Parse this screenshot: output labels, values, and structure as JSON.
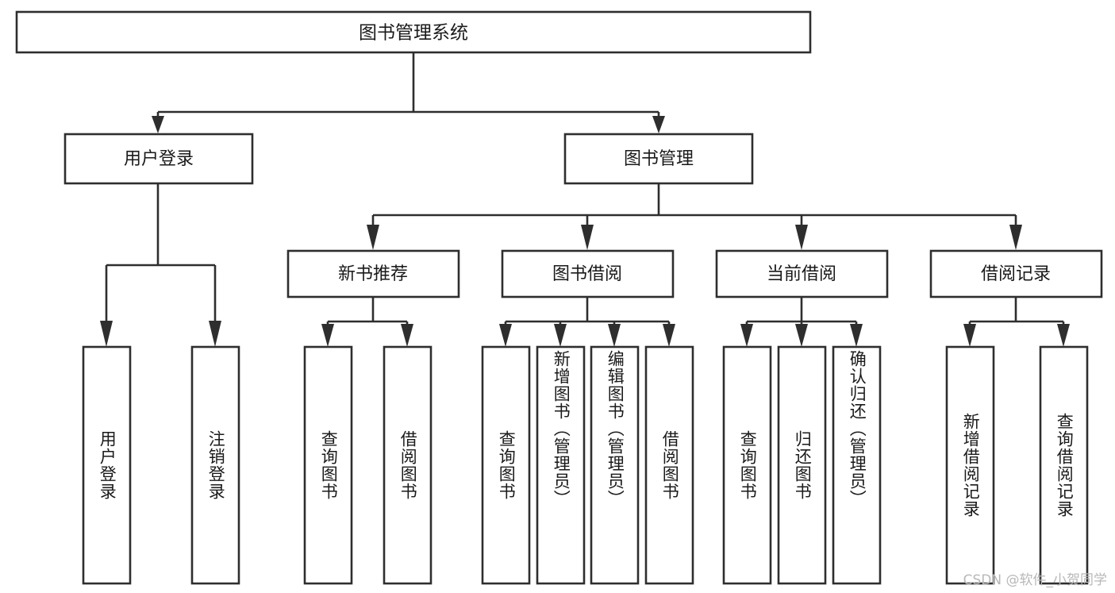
{
  "diagram": {
    "type": "hierarchy-tree",
    "title_node": {
      "label": "图书管理系统"
    },
    "level2": [
      {
        "id": "user-login",
        "label": "用户登录"
      },
      {
        "id": "book-management",
        "label": "图书管理"
      }
    ],
    "level3": [
      {
        "id": "new-book-recommend",
        "label": "新书推荐"
      },
      {
        "id": "book-borrow",
        "label": "图书借阅"
      },
      {
        "id": "current-borrow",
        "label": "当前借阅"
      },
      {
        "id": "borrow-record",
        "label": "借阅记录"
      }
    ],
    "leaves": {
      "user_login": [
        {
          "id": "leaf-user-login",
          "label": "用户登录"
        },
        {
          "id": "leaf-logout-login",
          "label": "注销登录"
        }
      ],
      "new_book_recommend": [
        {
          "id": "leaf-query-book-1",
          "label": "查询图书"
        },
        {
          "id": "leaf-borrow-book-1",
          "label": "借阅图书"
        }
      ],
      "book_borrow": [
        {
          "id": "leaf-query-book-2",
          "label": "查询图书"
        },
        {
          "id": "leaf-add-book",
          "label": "新增图书（管理员）"
        },
        {
          "id": "leaf-edit-book",
          "label": "编辑图书（管理员）"
        },
        {
          "id": "leaf-borrow-book-2",
          "label": "借阅图书"
        }
      ],
      "current_borrow": [
        {
          "id": "leaf-query-book-3",
          "label": "查询图书"
        },
        {
          "id": "leaf-return-book",
          "label": "归还图书"
        },
        {
          "id": "leaf-confirm-return",
          "label": "确认归还（管理员）"
        }
      ],
      "borrow_record": [
        {
          "id": "leaf-add-record",
          "label": "新增借阅记录"
        },
        {
          "id": "leaf-query-record",
          "label": "查询借阅记录"
        }
      ]
    },
    "colors": {
      "stroke": "#2e2e2e",
      "fill": "#ffffff",
      "text": "#1a1a1a",
      "watermark": "#b8b8b8"
    }
  },
  "watermark": {
    "text": "CSDN @软件_小贺同学"
  }
}
